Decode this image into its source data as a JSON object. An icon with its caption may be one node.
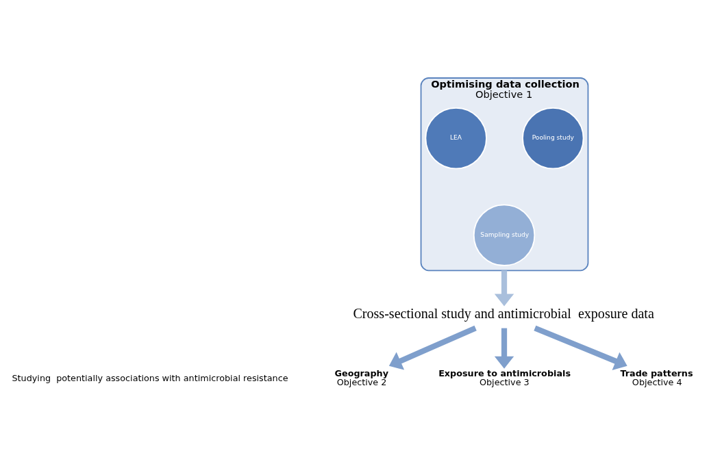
{
  "diagram": {
    "nodes": [
      {
        "text": [
          "Optimising data collection",
          "Objective 1"
        ]
      },
      {
        "text": [
          "LEA"
        ],
        "in": 0
      },
      {
        "text": [
          "Pooling study"
        ],
        "in": 0
      },
      {
        "text": [
          "Sampling study"
        ],
        "in": 0
      },
      {
        "text": [
          "Cross-sectional study and antimicrobial  exposure data"
        ]
      },
      {
        "text": [
          "Geography",
          "Objective 2"
        ]
      },
      {
        "text": [
          "Exposure to antimicrobials",
          "Objective 3"
        ]
      },
      {
        "text": [
          "Trade patterns",
          "Objective 4"
        ]
      }
    ],
    "edges": [
      {
        "from": 0,
        "to": 4,
        "arrow": "to",
        "color": "#a9bfdc"
      },
      {
        "from": 4,
        "to": 5,
        "arrow": "to"
      },
      {
        "from": 4,
        "to": 6,
        "arrow": "to"
      },
      {
        "from": 4,
        "to": 7,
        "arrow": "to"
      }
    ],
    "labels": [
      "Studying  potentially associations with antimicrobial resistance"
    ]
  }
}
